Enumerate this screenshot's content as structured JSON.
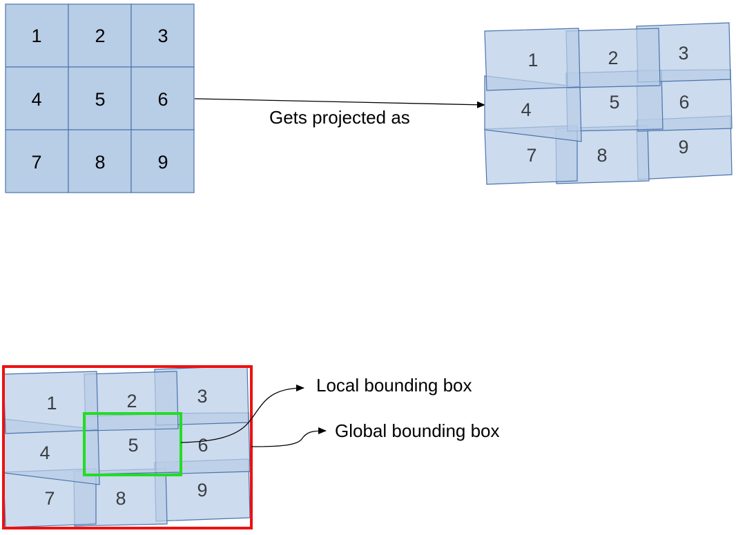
{
  "colors": {
    "tile_fill": "#b8cde6",
    "tile_stroke": "#4a73ad",
    "overlap_fill": "#8eadd6",
    "global_box": "#ee1111",
    "local_box": "#22dd22",
    "arrow": "#000000"
  },
  "grid_labels": [
    "1",
    "2",
    "3",
    "4",
    "5",
    "6",
    "7",
    "8",
    "9"
  ],
  "projected_labels": [
    "1",
    "2",
    "3",
    "4",
    "5",
    "6",
    "7",
    "8",
    "9"
  ],
  "bounding_labels": [
    "1",
    "2",
    "3",
    "4",
    "5",
    "6",
    "7",
    "8",
    "9"
  ],
  "arrow_label": "Gets projected as",
  "local_box_label": "Local bounding box",
  "global_box_label": "Global bounding box"
}
